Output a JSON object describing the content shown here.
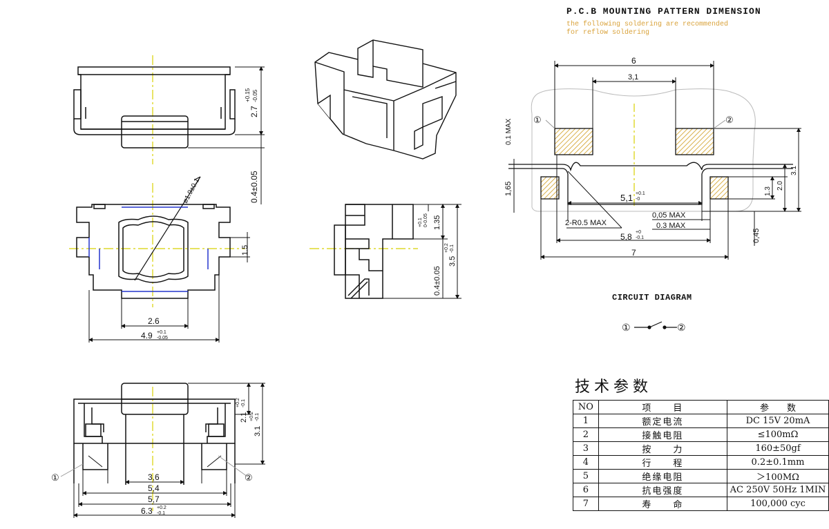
{
  "pcb": {
    "title": "P.C.B MOUNTING PATTERN DIMENSION",
    "note_line1": "the following soldering are recommended",
    "note_line2": "for reflow soldering",
    "dims": {
      "d6": "6",
      "d31": "3,1",
      "d01max": "0.1 MAX",
      "d165": "1,65",
      "d51": "5,1",
      "d51tol": "+0.1",
      "d51tol2": "-0",
      "r05": "2-R0.5 MAX",
      "d005": "0,05 MAX",
      "d03": "0.3 MAX",
      "d58": "5,8",
      "d58tol": "+0",
      "d58tol2": "-0.1",
      "d7": "7",
      "d045": "0,45",
      "d13": "1.3",
      "d20": "2.0",
      "d31v": "3.1",
      "pin1": "①",
      "pin2": "②"
    }
  },
  "front": {
    "d27": "2.7",
    "d27tol": "+0.15",
    "d27tol2": "-0.05",
    "d04": "0.4±0.05"
  },
  "top": {
    "dia": "ø1.9±0.1",
    "d15": "1.5",
    "d26": "2.6",
    "d49": "4.9",
    "d49tol": "+0.1",
    "d49tol2": "-0.05"
  },
  "side": {
    "d01": "+0.1",
    "d01b": "0-0.05",
    "d135": "1.35",
    "d35": "3.5",
    "d35tol": "+0.2",
    "d35tol2": "-0.1",
    "d04": "0.4±0.05"
  },
  "bottom": {
    "d21": "2.1",
    "d21tol": "+0.2",
    "d21tol2": "-0.1",
    "d31": "3.1",
    "d31tol": "+0.2",
    "d31tol2": "-0.1",
    "d36": "3,6",
    "d54": "5,4",
    "d57": "5,7",
    "d63": "6.3",
    "d63tol": "+0.2",
    "d63tol2": "-0.1",
    "pin1": "①",
    "pin2": "②"
  },
  "circuit": {
    "title": "CIRCUIT DIAGRAM",
    "pin1": "①",
    "pin2": "②"
  },
  "spec": {
    "title": "技术参数",
    "header": [
      "NO",
      "项　　目",
      "参　　数"
    ],
    "rows": [
      [
        "1",
        "额定电流",
        "DC 15V 20mA"
      ],
      [
        "2",
        "接触电阻",
        "≤100mΩ"
      ],
      [
        "3",
        "按　　力",
        "160±50gf"
      ],
      [
        "4",
        "行　　程",
        "0.2±0.1mm"
      ],
      [
        "5",
        "绝缘电阻",
        "＞100MΩ"
      ],
      [
        "6",
        "抗电强度",
        "AC 250V 50Hz 1MIN"
      ],
      [
        "7",
        "寿　　命",
        "100,000 cyc"
      ]
    ]
  },
  "colors": {
    "centerline": "#d8d000",
    "hidden": "#2233cc",
    "pad": "#d9b04a",
    "outline": "#111111"
  }
}
